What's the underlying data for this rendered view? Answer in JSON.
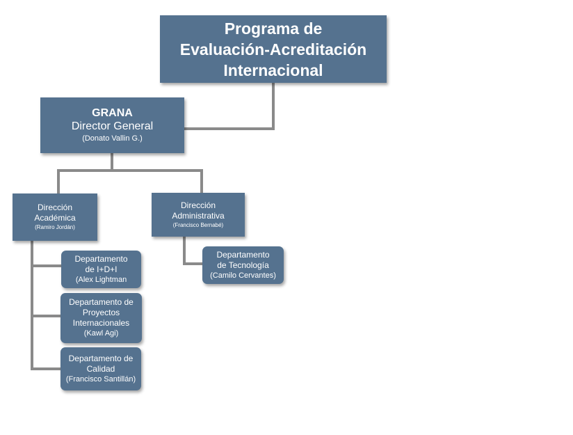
{
  "program": {
    "line1": "Programa de",
    "line2": "Evaluación-Acreditación",
    "line3": "Internacional"
  },
  "director": {
    "name": "GRANA",
    "role": "Director General",
    "person": "(Donato Vallin G.)"
  },
  "direccion_academica": {
    "line1": "Dirección",
    "line2": "Académica",
    "person": "(Ramiro Jordán)"
  },
  "direccion_administrativa": {
    "line1": "Dirección",
    "line2": "Administrativa",
    "person": "(Francisco Bernabé)"
  },
  "departamentos": {
    "idi": {
      "line1": "Departamento",
      "line2": "de I+D+I",
      "person": "(Alex Lightman"
    },
    "proyectos": {
      "line1": "Departamento de",
      "line2": "Proyectos",
      "line3": "Internacionales",
      "person": "(Kawl Agi)"
    },
    "calidad": {
      "line1": "Departamento de",
      "line2": "Calidad",
      "person": "(Francisco Santillán)"
    },
    "tecnologia": {
      "line1": "Departamento",
      "line2": "de Tecnología",
      "person": "(Camilo Cervantes)"
    }
  },
  "colors": {
    "box_fill": "#55728f",
    "connector": "#8a8a8a",
    "text": "#ffffff"
  }
}
